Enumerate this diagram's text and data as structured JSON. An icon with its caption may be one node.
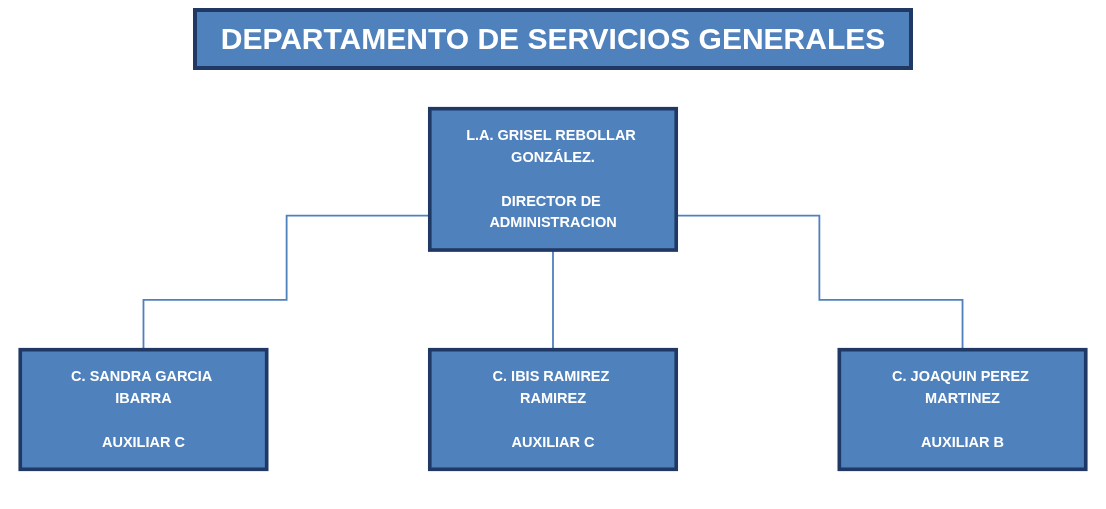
{
  "diagram": {
    "title": "DEPARTAMENTO DE SERVICIOS GENERALES",
    "nodes": [
      {
        "text": [
          "L.A. GRISEL REBOLLAR GONZÁLEZ.",
          "DIRECTOR DE ADMINISTRACION"
        ]
      },
      {
        "text": [
          "C. SANDRA GARCIA IBARRA",
          "AUXILIAR C"
        ]
      },
      {
        "text": [
          "C. IBIS RAMIREZ RAMIREZ",
          "AUXILIAR C"
        ]
      },
      {
        "text": [
          "C. JOAQUIN PEREZ MARTINEZ",
          "AUXILIAR B"
        ]
      }
    ],
    "edges": [
      {
        "from": 0,
        "to": 1,
        "arrow": "none"
      },
      {
        "from": 0,
        "to": 2,
        "arrow": "none"
      },
      {
        "from": 0,
        "to": 3,
        "arrow": "none"
      }
    ]
  }
}
